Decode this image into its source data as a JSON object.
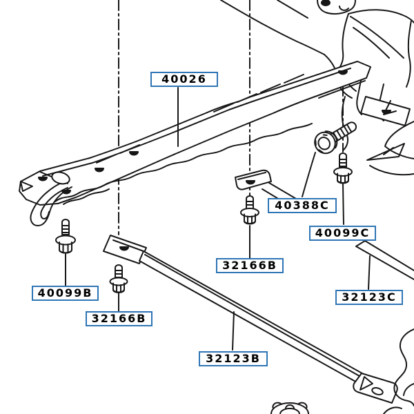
{
  "figure_type": "automotive-parts-diagram",
  "colors": {
    "background": "#ffffff",
    "line": "#161616",
    "label_border": "#2e75b5",
    "label_text": "#000000",
    "label_background": "#ffffff"
  },
  "labels": [
    {
      "part_number": "40026"
    },
    {
      "part_number": "40388C"
    },
    {
      "part_number": "40099C"
    },
    {
      "part_number": "32166B"
    },
    {
      "part_number": "40099B"
    },
    {
      "part_number": "32166B"
    },
    {
      "part_number": "32123C"
    },
    {
      "part_number": "32123B"
    }
  ],
  "illustration": {
    "components": [
      "crossmember",
      "body-side-structure",
      "mount-bracket-plate",
      "strut-bar",
      "strut-bar-section",
      "flange-bolt",
      "flange-bolt",
      "flange-bolt",
      "flange-stud",
      "washer-head-bolt",
      "round-mount",
      "engine-outline-fragment",
      "centerline",
      "leader-line"
    ]
  }
}
